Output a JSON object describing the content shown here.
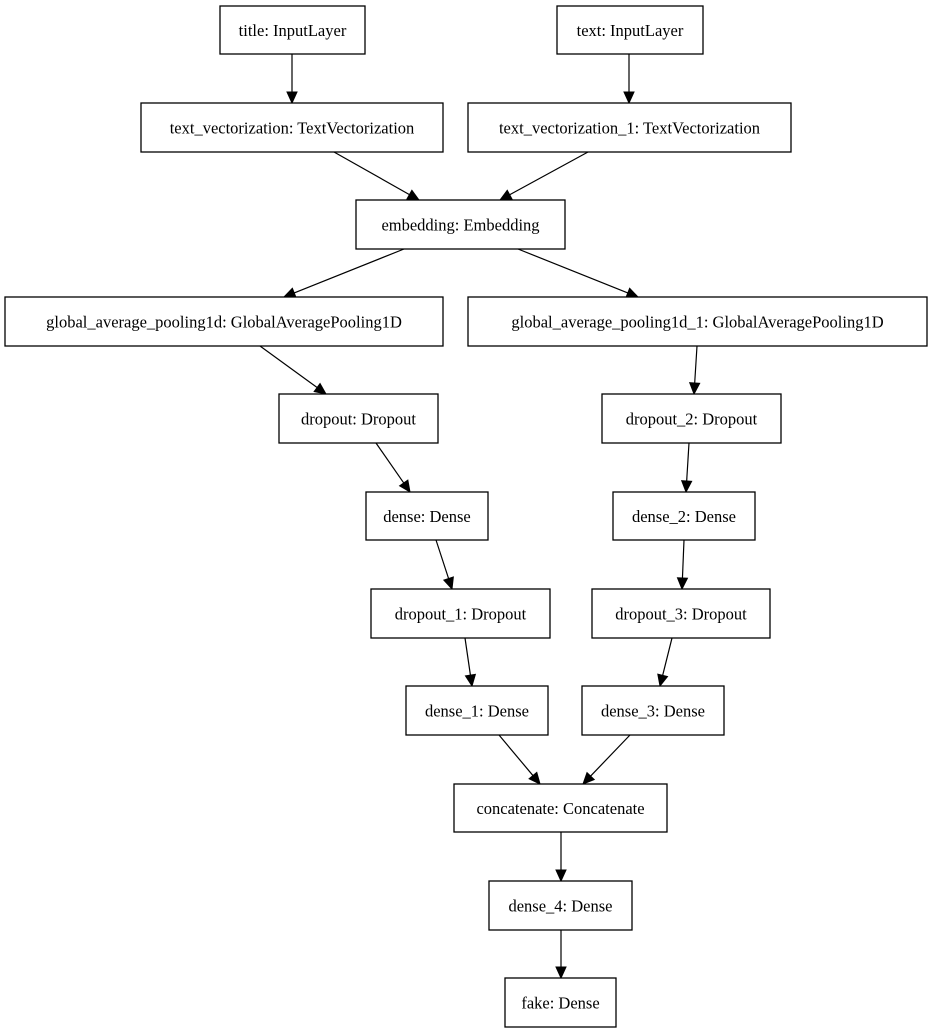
{
  "diagram": {
    "type": "keras-model-graph",
    "nodes": [
      {
        "id": "title",
        "label": "title: InputLayer"
      },
      {
        "id": "text",
        "label": "text: InputLayer"
      },
      {
        "id": "text_vectorization",
        "label": "text_vectorization: TextVectorization"
      },
      {
        "id": "text_vectorization_1",
        "label": "text_vectorization_1: TextVectorization"
      },
      {
        "id": "embedding",
        "label": "embedding: Embedding"
      },
      {
        "id": "global_average_pooling1d",
        "label": "global_average_pooling1d: GlobalAveragePooling1D"
      },
      {
        "id": "global_average_pooling1d_1",
        "label": "global_average_pooling1d_1: GlobalAveragePooling1D"
      },
      {
        "id": "dropout",
        "label": "dropout: Dropout"
      },
      {
        "id": "dropout_2",
        "label": "dropout_2: Dropout"
      },
      {
        "id": "dense",
        "label": "dense: Dense"
      },
      {
        "id": "dense_2",
        "label": "dense_2: Dense"
      },
      {
        "id": "dropout_1",
        "label": "dropout_1: Dropout"
      },
      {
        "id": "dropout_3",
        "label": "dropout_3: Dropout"
      },
      {
        "id": "dense_1",
        "label": "dense_1: Dense"
      },
      {
        "id": "dense_3",
        "label": "dense_3: Dense"
      },
      {
        "id": "concatenate",
        "label": "concatenate: Concatenate"
      },
      {
        "id": "dense_4",
        "label": "dense_4: Dense"
      },
      {
        "id": "fake",
        "label": "fake: Dense"
      }
    ],
    "edges": [
      {
        "from": "title",
        "to": "text_vectorization"
      },
      {
        "from": "text",
        "to": "text_vectorization_1"
      },
      {
        "from": "text_vectorization",
        "to": "embedding"
      },
      {
        "from": "text_vectorization_1",
        "to": "embedding"
      },
      {
        "from": "embedding",
        "to": "global_average_pooling1d"
      },
      {
        "from": "embedding",
        "to": "global_average_pooling1d_1"
      },
      {
        "from": "global_average_pooling1d",
        "to": "dropout"
      },
      {
        "from": "global_average_pooling1d_1",
        "to": "dropout_2"
      },
      {
        "from": "dropout",
        "to": "dense"
      },
      {
        "from": "dropout_2",
        "to": "dense_2"
      },
      {
        "from": "dense",
        "to": "dropout_1"
      },
      {
        "from": "dense_2",
        "to": "dropout_3"
      },
      {
        "from": "dropout_1",
        "to": "dense_1"
      },
      {
        "from": "dropout_3",
        "to": "dense_3"
      },
      {
        "from": "dense_1",
        "to": "concatenate"
      },
      {
        "from": "dense_3",
        "to": "concatenate"
      },
      {
        "from": "concatenate",
        "to": "dense_4"
      },
      {
        "from": "dense_4",
        "to": "fake"
      }
    ]
  }
}
